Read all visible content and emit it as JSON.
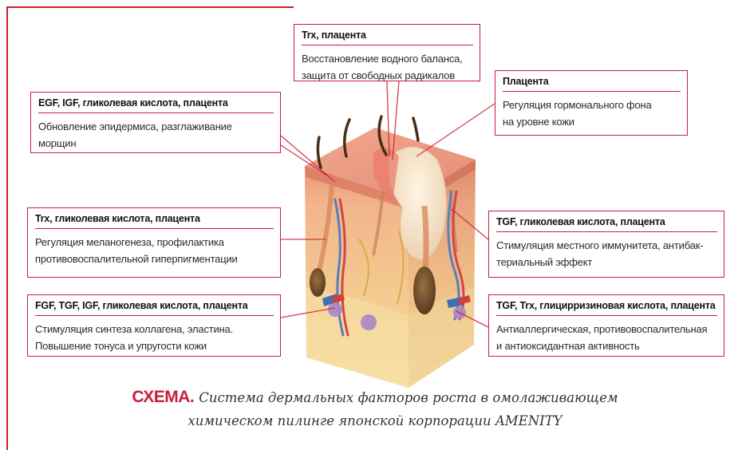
{
  "callouts": {
    "trx_placenta": {
      "title": "Trx, плацента",
      "lines": [
        "Восстановление водного баланса,",
        "защита от свободных радикалов"
      ]
    },
    "placenta": {
      "title": "Плацента",
      "lines": [
        "Регуляция гормонального фона",
        "на уровне кожи"
      ]
    },
    "egf": {
      "title": "EGF, IGF, гликолевая кислота, плацента",
      "lines": [
        "Обновление эпидермиса, разглаживание",
        "морщин"
      ]
    },
    "trx_glycolic": {
      "title": "Trx, гликолевая кислота, плацента",
      "lines": [
        "Регуляция меланогенеза, профилактика",
        "противовоспалительной гиперпигментации"
      ]
    },
    "tgf_glycolic": {
      "title": "TGF, гликолевая кислота, плацента",
      "lines": [
        "Стимуляция местного иммунитета, антибак-",
        "териальный эффект"
      ]
    },
    "fgf": {
      "title": "FGF, TGF, IGF, гликолевая кислота, плацента",
      "lines": [
        "Стимуляция синтеза коллагена, эластина.",
        "Повышение тонуса и упругости кожи"
      ]
    },
    "tgf_trx": {
      "title": "TGF, Trx, глицирризиновая кислота, плацента",
      "lines": [
        "Антиаллергическая, противовоспалительная",
        "и антиоксидантная активность"
      ]
    }
  },
  "caption": {
    "label": "СХЕМА.",
    "line1": "Система дермальных факторов роста в омолаживающем",
    "line2": "химическом пилинге японской корпорации AMENITY"
  },
  "colors": {
    "accent": "#c81e3a",
    "skin_surface": "#e8a07a",
    "dermis": "#f0c890",
    "fat": "#f5dca0"
  }
}
